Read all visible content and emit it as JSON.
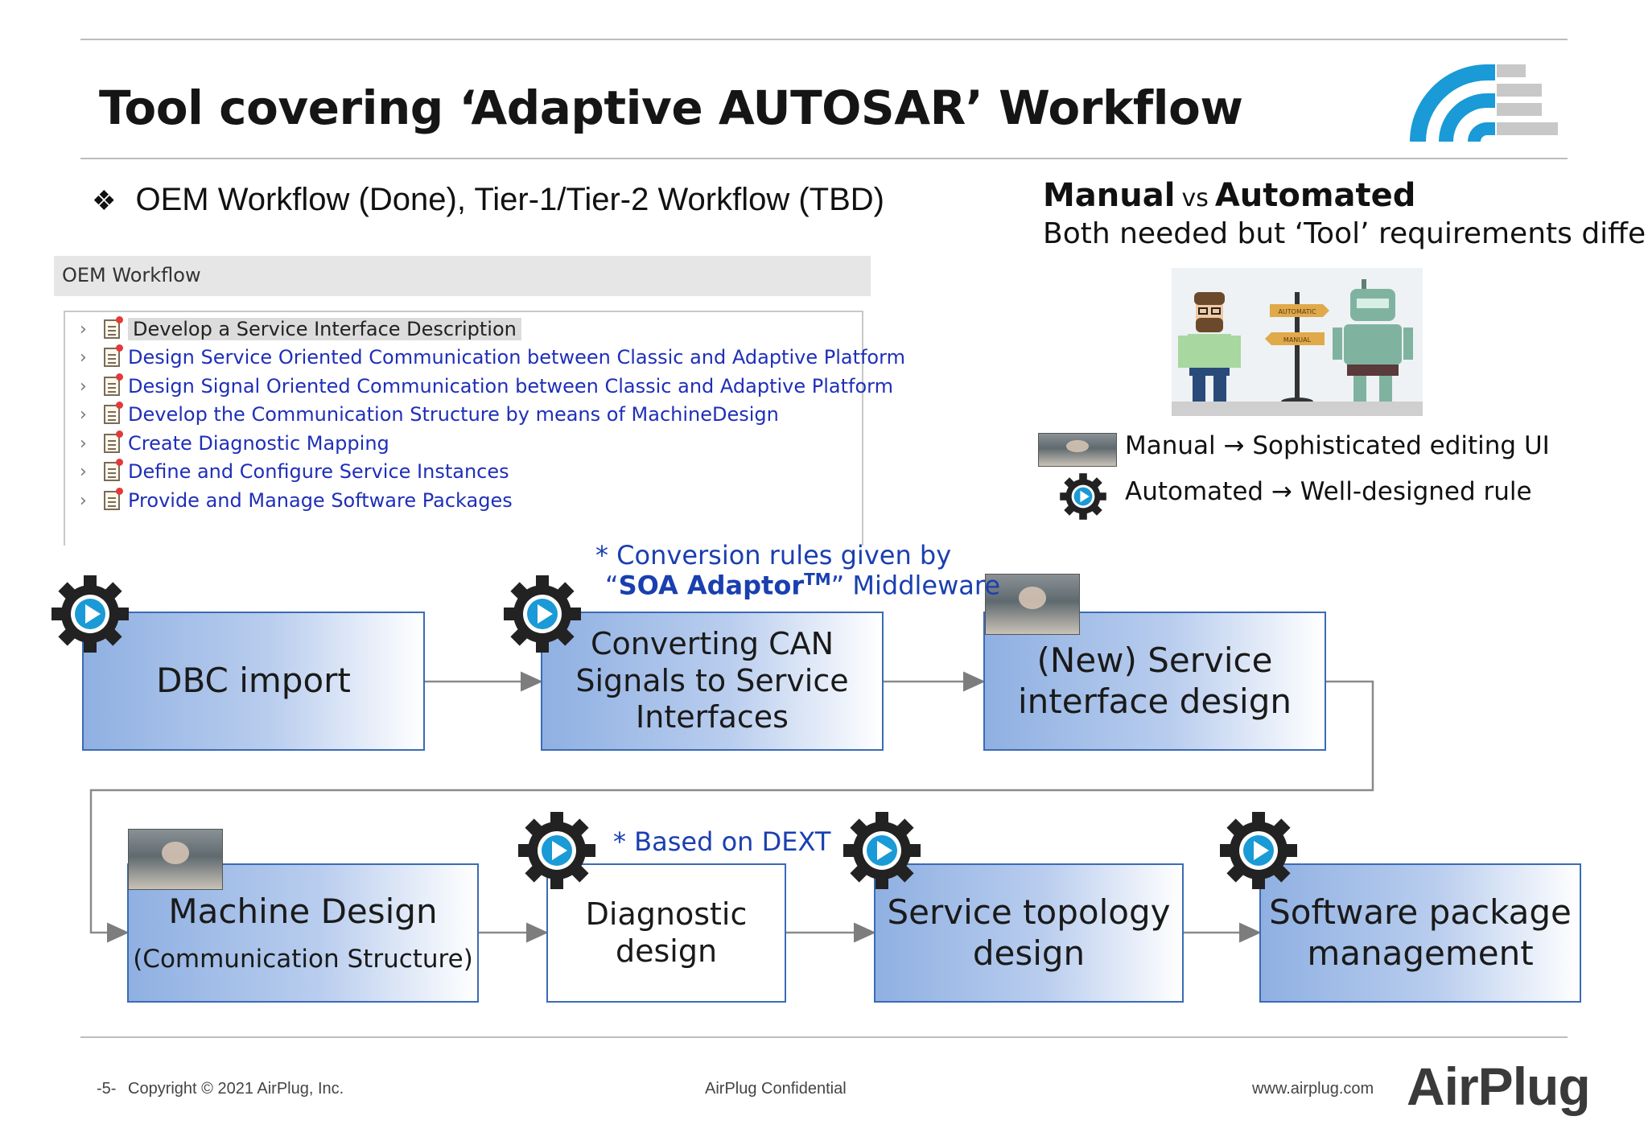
{
  "title": "Tool covering ‘Adaptive AUTOSAR’ Workflow",
  "bullet": {
    "mark": "❖",
    "text": "OEM Workflow (Done), Tier-1/Tier-2 Workflow (TBD)"
  },
  "oem_panel": {
    "header": "OEM Workflow",
    "items": [
      "Develop a Service Interface Description",
      "Design Service Oriented Communication between Classic and Adaptive Platform",
      "Design Signal Oriented Communication between Classic and Adaptive Platform",
      "Develop the Communication Structure by means of MachineDesign",
      "Create Diagnostic Mapping",
      "Define and Configure Service Instances",
      "Provide and Manage Software Packages"
    ]
  },
  "comparison": {
    "manual": "Manual",
    "vs": "vs",
    "automated": "Automated",
    "subtitle": "Both needed but ‘Tool’ requirements differ!",
    "sign_top": "AUTOMATIC",
    "sign_bottom": "MANUAL",
    "legend_manual": "Manual → Sophisticated editing UI",
    "legend_automated": "Automated → Well-designed rule"
  },
  "flow": {
    "dbc": "DBC import",
    "convert": [
      "Converting CAN",
      "Signals to Service",
      "Interfaces"
    ],
    "service_design": [
      "(New) Service",
      "interface design"
    ],
    "machine": "Machine Design",
    "machine_sub": "(Communication Structure)",
    "diag": [
      "Diagnostic",
      "design"
    ],
    "topology": [
      "Service topology",
      "design"
    ],
    "software": [
      "Software package",
      "management"
    ],
    "note1_line1": "* Conversion rules given by",
    "note1_open": "“",
    "note1_bold": "SOA Adaptor",
    "note1_tm": "TM",
    "note1_rest": "” Middleware",
    "note2": "* Based on DEXT"
  },
  "footer": {
    "page": "-5-",
    "copyright": "Copyright ©  2021 AirPlug, Inc.",
    "confidential": "AirPlug Confidential",
    "url": "www.airplug.com",
    "brand": "AirPlug"
  },
  "colors": {
    "accent_blue": "#1a9ad6",
    "box_border": "#3b6bb5",
    "link_blue": "#1f2fb8"
  }
}
